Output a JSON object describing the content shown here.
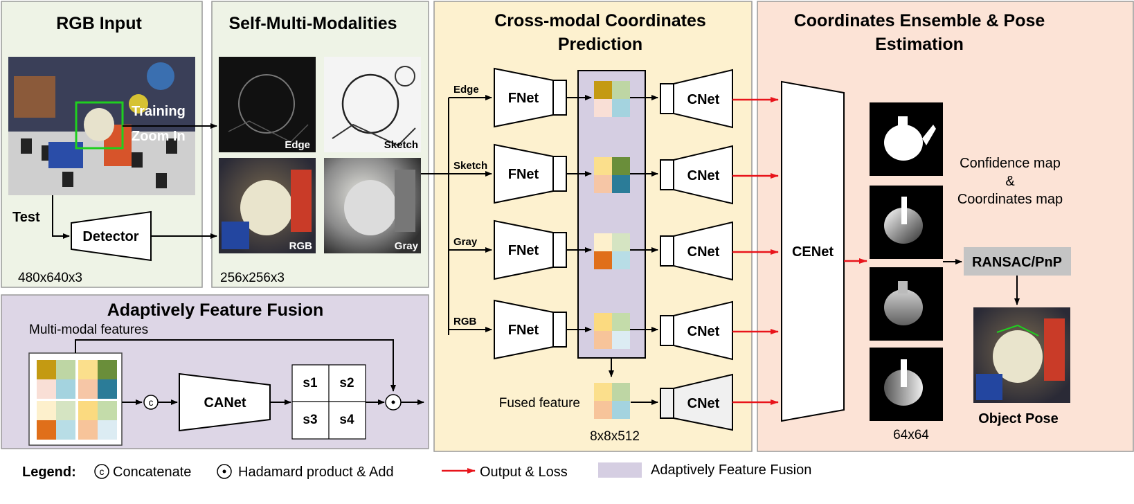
{
  "panels": {
    "rgb_input": {
      "title": "RGB Input",
      "size_label": "480x640x3",
      "training_label": "Training",
      "zoom_label": "Zoom In",
      "test_label": "Test",
      "detector_label": "Detector"
    },
    "self_multi": {
      "title": "Self-Multi-Modalities",
      "size_label": "256x256x3",
      "thumbs": [
        "Edge",
        "Sketch",
        "RGB",
        "Gray"
      ]
    },
    "cross_modal": {
      "title_line1": "Cross-modal Coordinates",
      "title_line2": "Prediction",
      "streams": [
        "Edge",
        "Sketch",
        "Gray",
        "RGB"
      ],
      "fnet_label": "FNet",
      "cnet_label": "CNet",
      "fused_label": "Fused feature",
      "feature_size": "8x8x512"
    },
    "ensemble": {
      "title_line1": "Coordinates Ensemble & Pose",
      "title_line2": "Estimation",
      "cenet_label": "CENet",
      "map_line1": "Confidence map",
      "map_line2": "&",
      "map_line3": "Coordinates map",
      "ransac_label": "RANSAC/PnP",
      "pose_label": "Object Pose",
      "map_size": "64x64"
    },
    "fusion": {
      "title": "Adaptively Feature Fusion",
      "subtitle": "Multi-modal features",
      "canet_label": "CANet",
      "scales": [
        "s1",
        "s2",
        "s3",
        "s4"
      ],
      "concat_symbol": "c",
      "hadamard_symbol": "⊙"
    }
  },
  "legend": {
    "title": "Legend:",
    "concat_symbol": "c",
    "concat_label": "Concatenate",
    "hadamard_label": "Hadamard product & Add",
    "output_label": "Output & Loss",
    "fusion_label": "Adaptively Feature Fusion"
  },
  "colors": {
    "rgb_panel": "#eef3e6",
    "fusion_panel": "#ddd6e6",
    "cross_panel": "#fdf1cf",
    "ensemble_panel": "#fce3d6",
    "fusion_column": "#d5cee2",
    "output_arrow": "#e8141b",
    "tiles": [
      "#c49a12",
      "#bed6a4",
      "#f9dfd6",
      "#a4d3df",
      "#fbdf8c",
      "#6a8e3a",
      "#f6c6a6",
      "#2b7c98",
      "#fdf0cc",
      "#d5e4c2",
      "#e06f1a",
      "#b8dde6",
      "#fbda80",
      "#c4dcaa",
      "#f7c49a",
      "#dcecf3"
    ]
  }
}
